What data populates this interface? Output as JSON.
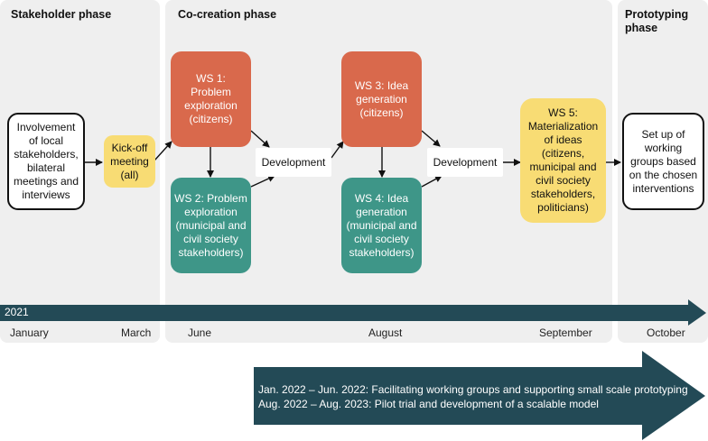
{
  "phases": {
    "stakeholder": "Stakeholder phase",
    "cocreation": "Co-creation phase",
    "prototyping_line1": "Prototyping",
    "prototyping_line2": "phase"
  },
  "nodes": {
    "involvement": "Involvement of local stakeholders, bilateral meetings and interviews",
    "kickoff": "Kick-off meeting (all)",
    "ws1": "WS 1: Problem exploration (citizens)",
    "ws2": "WS 2: Problem exploration (municipal and civil society stakeholders)",
    "development1": "Development",
    "ws3": "WS 3: Idea generation (citizens)",
    "ws4": "WS 4: Idea generation (municipal and civil society stakeholders)",
    "development2": "Development",
    "ws5": "WS 5: Materialization of ideas (citizens, municipal and civil society stakeholders, politicians)",
    "setup": "Set up of working groups based on the chosen interventions"
  },
  "timeline": {
    "year": "2021",
    "months": [
      "January",
      "March",
      "June",
      "August",
      "September",
      "October"
    ]
  },
  "future": {
    "line1": "Jan. 2022 – Jun. 2022: Facilitating working groups and supporting small scale prototyping",
    "line2": "Aug. 2022 – Aug. 2023: Pilot trial and development of a scalable model"
  },
  "colors": {
    "phase_bg": "#efefef",
    "citizens": "#d9694c",
    "stakeholders": "#3e9688",
    "kickoff": "#f8dc74",
    "timeline": "#234a56"
  }
}
